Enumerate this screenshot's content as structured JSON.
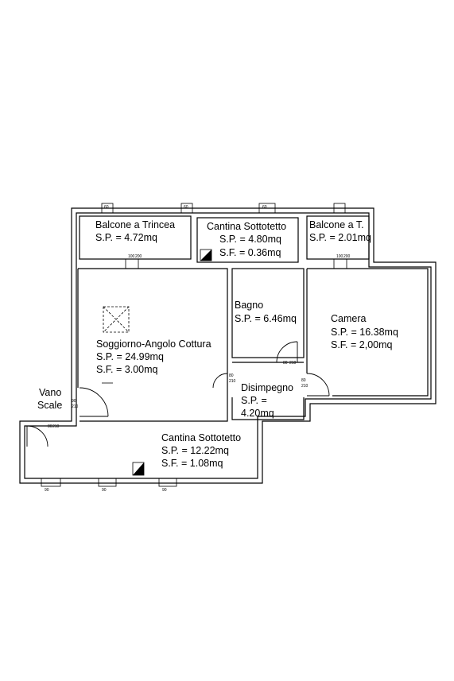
{
  "rooms": {
    "balcone_trincea": {
      "name": "Balcone a Trincea",
      "sp": "S.P. = 4.72mq"
    },
    "cantina_top": {
      "name": "Cantina Sottotetto",
      "sp": "S.P. = 4.80mq",
      "sf": "S.F. = 0.36mq"
    },
    "balcone_t": {
      "name": "Balcone a T.",
      "sp": "S.P. = 2.01mq"
    },
    "bagno": {
      "name": "Bagno",
      "sp": "S.P. = 6.46mq"
    },
    "camera": {
      "name": "Camera",
      "sp": "S.P. = 16.38mq",
      "sf": "S.F. = 2,00mq"
    },
    "soggiorno": {
      "name": "Soggiorno-Angolo Cottura",
      "sp": "S.P. = 24.99mq",
      "sf": "S.F. = 3.00mq"
    },
    "disimpegno": {
      "name": "Disimpegno",
      "sp1": "S.P. =",
      "sp2": "4.20mq"
    },
    "vano_scale": {
      "line1": "Vano",
      "line2": "Scale"
    },
    "cantina_bottom": {
      "name": "Cantina Sottotetto",
      "sp": "S.P. = 12.22mq",
      "sf": "S.F. = 1.08mq"
    }
  },
  "dimensions": {
    "d60": "60",
    "d100": "100",
    "d200": "200",
    "d80": "80",
    "d90": "90",
    "d210": "210"
  }
}
